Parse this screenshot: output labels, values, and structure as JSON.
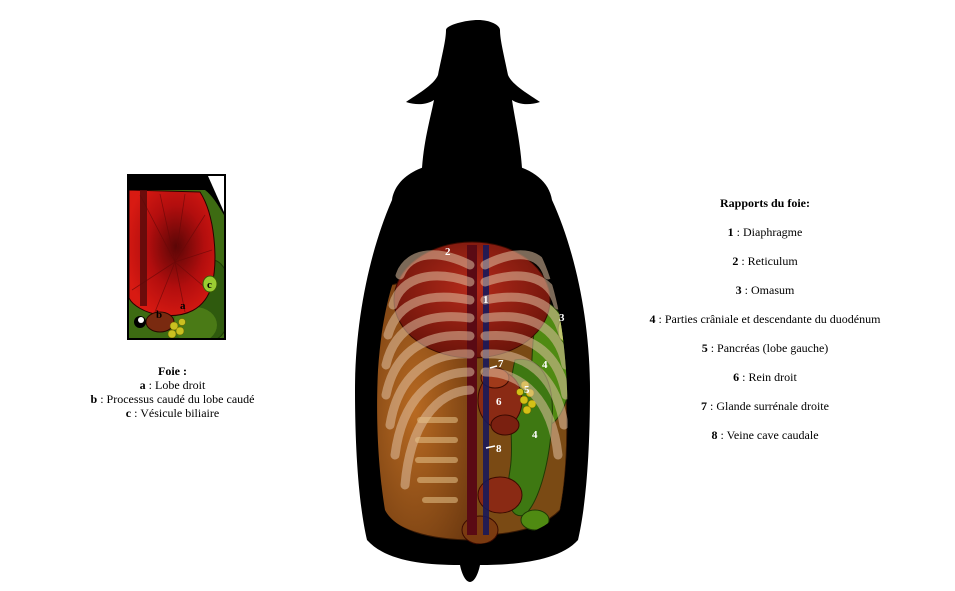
{
  "left_legend": {
    "title": "Foie :",
    "items": [
      {
        "key": "a",
        "text": " : Lobe droit"
      },
      {
        "key": "b",
        "text": " : Processus caudé du lobe caudé"
      },
      {
        "key": "c",
        "text": " : Vésicule biliaire"
      }
    ]
  },
  "right_legend": {
    "title": "Rapports du foie:",
    "items": [
      {
        "key": "1",
        "text": " : Diaphragme"
      },
      {
        "key": "2",
        "text": " : Reticulum"
      },
      {
        "key": "3",
        "text": " : Omasum"
      },
      {
        "key": "4",
        "text": " : Parties crâniale et descendante du duodénum"
      },
      {
        "key": "5",
        "text": " : Pancréas (lobe gauche)"
      },
      {
        "key": "6",
        "text": " : Rein droit"
      },
      {
        "key": "7",
        "text": " : Glande surrénale droite"
      },
      {
        "key": "8",
        "text": " : Veine cave caudale"
      }
    ]
  },
  "inset_labels": {
    "a": "a",
    "b": "b",
    "c": "c"
  },
  "diagram_labels": {
    "l1": "1",
    "l2": "2",
    "l3": "3",
    "l4a": "4",
    "l4b": "4",
    "l5": "5",
    "l6": "6",
    "l7": "7",
    "l8": "8"
  },
  "colors": {
    "silhouette": "#000000",
    "liver": "#c81010",
    "reticulum": "#8b1a0e",
    "rumen": "#a0561a",
    "omasum": "#4f8a12",
    "gallbladder": "#9acd32",
    "pancreas": "#d4c016",
    "kidney": "#8a2a14",
    "ribs": "#d9b38c"
  }
}
